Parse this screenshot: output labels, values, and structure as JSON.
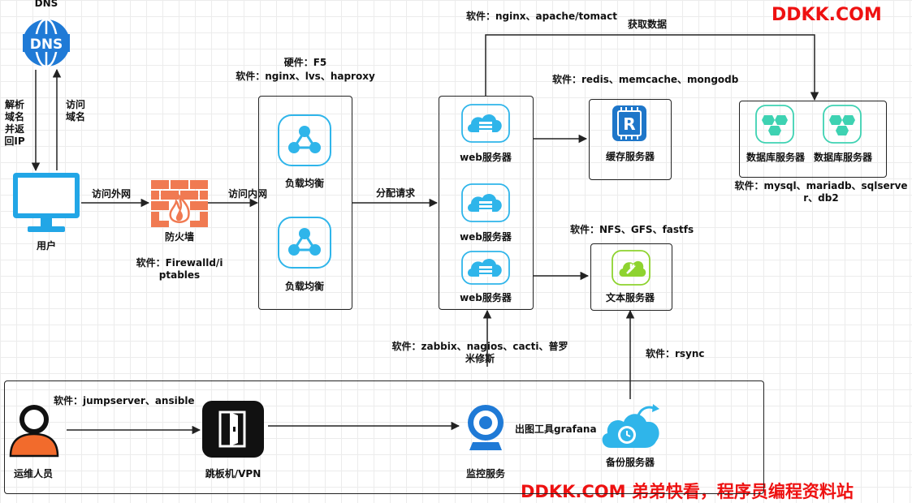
{
  "dns": {
    "label": "DNS",
    "left_text": "解析域名并返回IP",
    "right_text": "访问域名"
  },
  "user": {
    "label": "用户",
    "edge_label": "访问外网"
  },
  "firewall": {
    "label": "防火墙",
    "software": "软件：Firewalld/iptables",
    "edge_label": "访问内网"
  },
  "load_balancer": {
    "hardware": "硬件：F5",
    "software": "软件：nginx、lvs、haproxy",
    "nodes": [
      "负载均衡",
      "负载均衡"
    ],
    "edge_label": "分配请求"
  },
  "web": {
    "software": "软件：nginx、apache/tomact",
    "nodes": [
      "web服务器",
      "web服务器",
      "web服务器"
    ],
    "fetch_label": "获取数据"
  },
  "cache": {
    "software": "软件：redis、memcache、mongodb",
    "label": "缓存服务器"
  },
  "database": {
    "nodes": [
      "数据库服务器",
      "数据库服务器"
    ],
    "software": "软件：mysql、mariadb、sqlserver、db2"
  },
  "file": {
    "software": "软件：NFS、GFS、fastfs",
    "label": "文本服务器"
  },
  "monitor": {
    "software": "软件：zabbix、nagios、cacti、普罗米修斯",
    "label": "监控服务",
    "tool": "出图工具grafana"
  },
  "backup": {
    "software": "软件：rsync",
    "label": "备份服务器"
  },
  "ops": {
    "label": "运维人员",
    "software": "软件：jumpserver、ansible"
  },
  "jump": {
    "label": "跳板机/VPN"
  },
  "brand": {
    "top": "DDKK.COM",
    "bottom": "DDKK.COM 弟弟快看，程序员编程资料站"
  },
  "colors": {
    "icon_blue": "#2fb5ea",
    "brand_red": "#ee1111",
    "firewall": "#f07a52",
    "db_green": "#3ed2b2",
    "user_orange": "#f26b2c"
  }
}
